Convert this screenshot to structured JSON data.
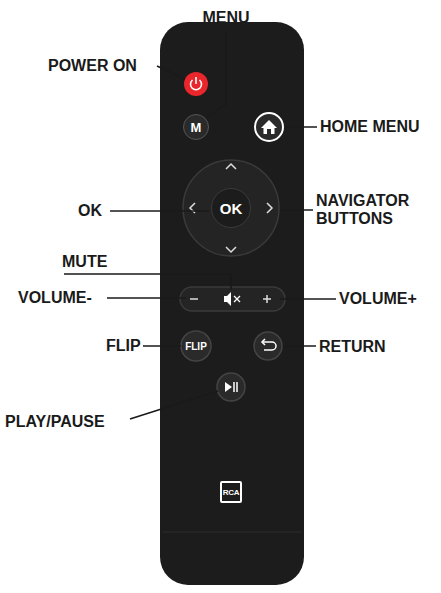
{
  "diagram": {
    "nodes": [
      {
        "text": [
          "M"
        ]
      },
      {
        "text": [
          "OK"
        ]
      },
      {
        "text": [
          "FLIP"
        ]
      },
      {
        "text": [
          "RCA"
        ]
      }
    ],
    "labels": [
      "MENU",
      "POWER ON",
      "HOME MENU",
      "OK",
      "NAVIGATOR BUTTONS",
      "MUTE",
      "VOLUME-",
      "VOLUME+",
      "FLIP",
      "RETURN",
      "PLAY/PAUSE"
    ]
  }
}
